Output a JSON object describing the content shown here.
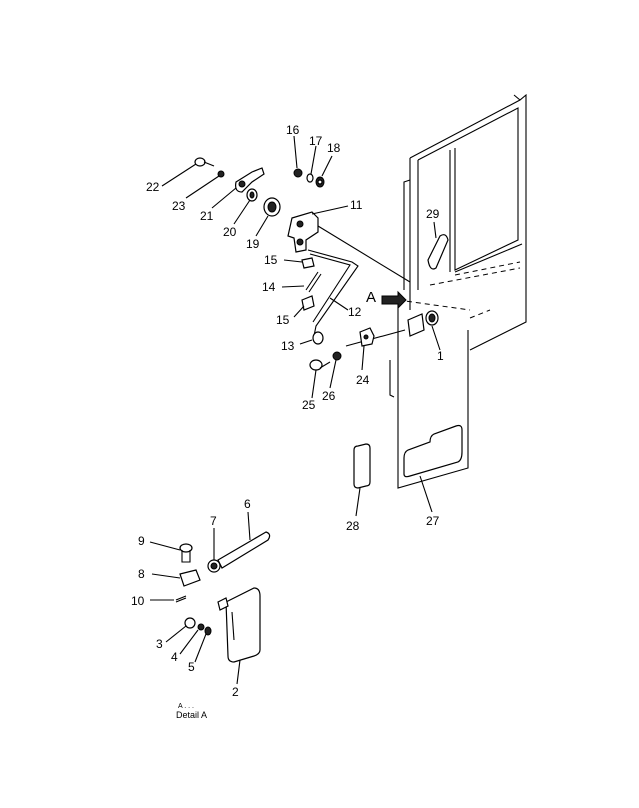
{
  "parts": [
    {
      "id": "p1",
      "label": "1"
    },
    {
      "id": "p2",
      "label": "2"
    },
    {
      "id": "p3",
      "label": "3"
    },
    {
      "id": "p4",
      "label": "4"
    },
    {
      "id": "p5",
      "label": "5"
    },
    {
      "id": "p6",
      "label": "6"
    },
    {
      "id": "p7",
      "label": "7"
    },
    {
      "id": "p8",
      "label": "8"
    },
    {
      "id": "p9",
      "label": "9"
    },
    {
      "id": "p10",
      "label": "10"
    },
    {
      "id": "p11",
      "label": "11"
    },
    {
      "id": "p12",
      "label": "12"
    },
    {
      "id": "p13",
      "label": "13"
    },
    {
      "id": "p14",
      "label": "14"
    },
    {
      "id": "p15a",
      "label": "15"
    },
    {
      "id": "p15b",
      "label": "15"
    },
    {
      "id": "p16",
      "label": "16"
    },
    {
      "id": "p17",
      "label": "17"
    },
    {
      "id": "p18",
      "label": "18"
    },
    {
      "id": "p19",
      "label": "19"
    },
    {
      "id": "p20",
      "label": "20"
    },
    {
      "id": "p21",
      "label": "21"
    },
    {
      "id": "p22",
      "label": "22"
    },
    {
      "id": "p23",
      "label": "23"
    },
    {
      "id": "p24",
      "label": "24"
    },
    {
      "id": "p25",
      "label": "25"
    },
    {
      "id": "p26",
      "label": "26"
    },
    {
      "id": "p27",
      "label": "27"
    },
    {
      "id": "p28",
      "label": "28"
    },
    {
      "id": "p29",
      "label": "29"
    }
  ],
  "view_arrow_label": "A",
  "detail_caption_top": "A . . .",
  "detail_caption": "Detail A"
}
